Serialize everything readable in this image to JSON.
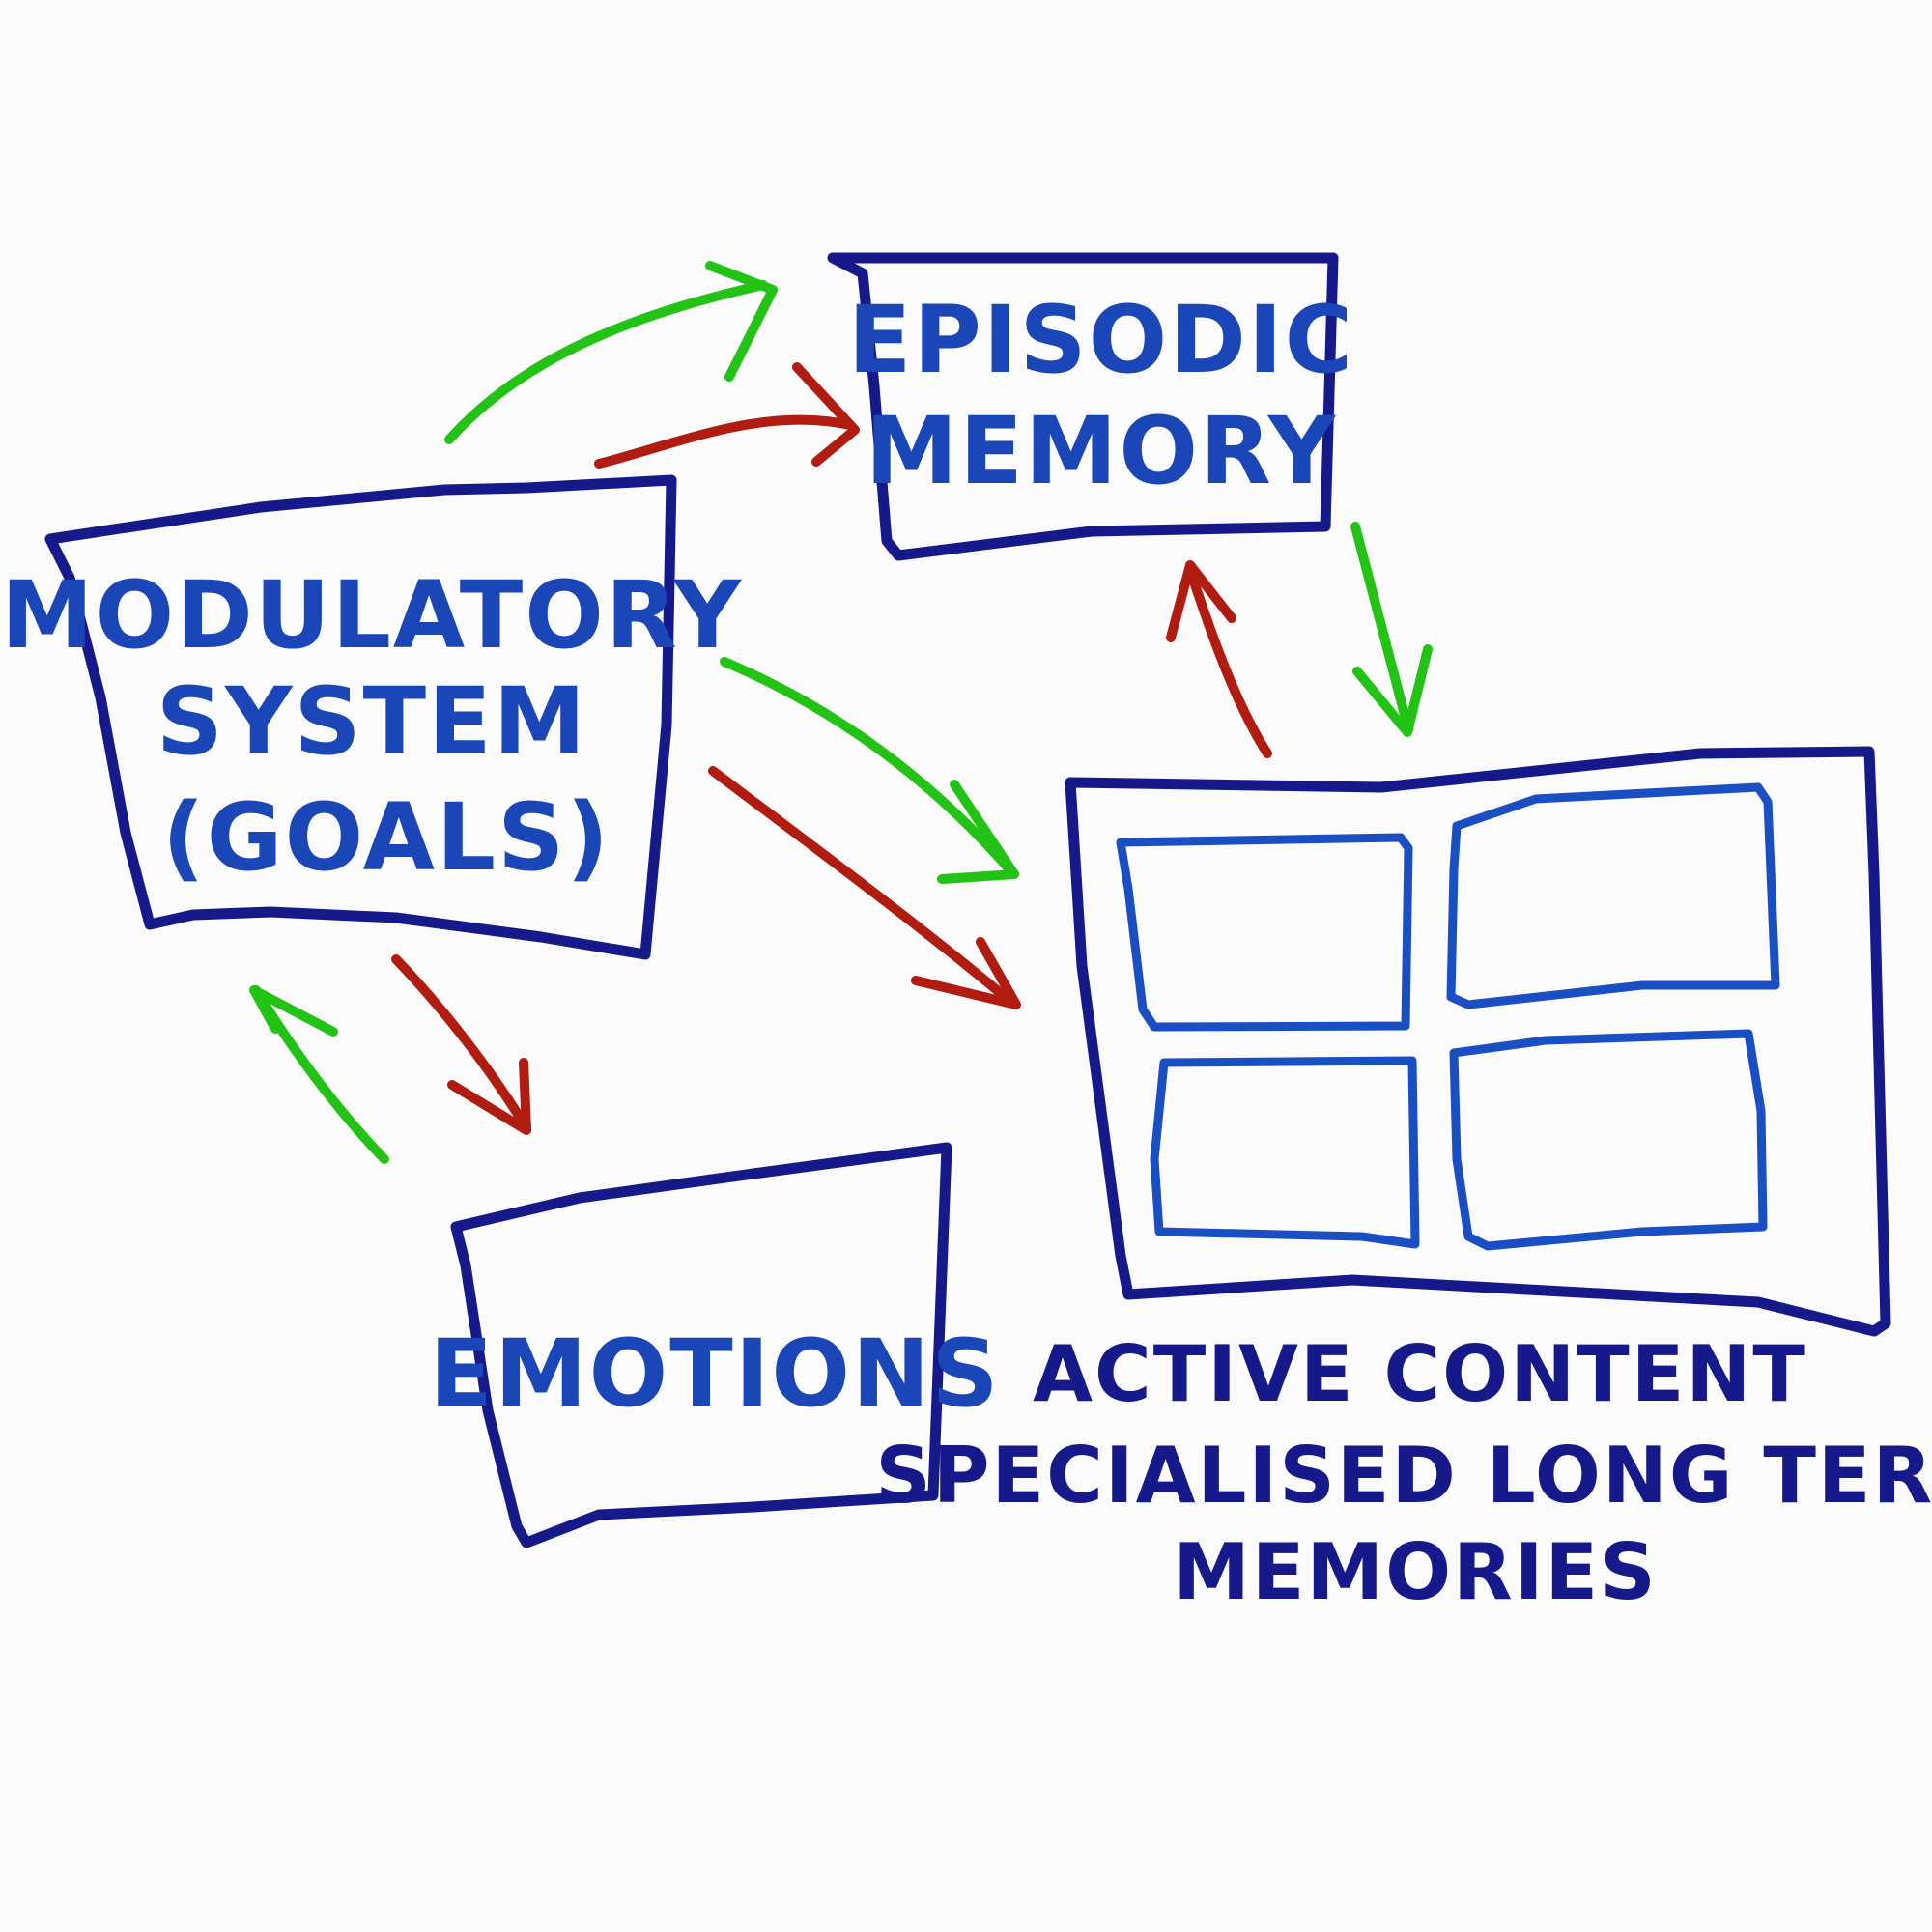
{
  "colors": {
    "box_outline": "#16198a",
    "inner_outline": "#1a4fc4",
    "label_text": "#1a46b8",
    "caption_text": "#16198a",
    "positive_arrow": "#22c314",
    "negative_arrow": "#b01c10",
    "background": "#fbfbfb"
  },
  "nodes": {
    "episodic": {
      "line1": "EPISODIC",
      "line2": "MEMORY"
    },
    "modulatory": {
      "line1": "MODULATORY",
      "line2": "SYSTEM",
      "line3": "(GOALS)"
    },
    "emotions": {
      "line1": "EMOTIONS"
    },
    "active": {
      "caption_line1": "ACTIVE CONTENT",
      "caption_line2": "SPECIALISED LONG TERM",
      "caption_line3": "MEMORIES"
    }
  },
  "edges": [
    {
      "from": "MODULATORY SYSTEM (GOALS)",
      "to": "EPISODIC MEMORY",
      "color": "green"
    },
    {
      "from": "MODULATORY SYSTEM (GOALS)",
      "to": "EPISODIC MEMORY",
      "color": "red"
    },
    {
      "from": "MODULATORY SYSTEM (GOALS)",
      "to": "ACTIVE CONTENT",
      "color": "green"
    },
    {
      "from": "MODULATORY SYSTEM (GOALS)",
      "to": "ACTIVE CONTENT",
      "color": "red"
    },
    {
      "from": "EPISODIC MEMORY",
      "to": "ACTIVE CONTENT",
      "color": "green"
    },
    {
      "from": "ACTIVE CONTENT",
      "to": "EPISODIC MEMORY",
      "color": "red"
    },
    {
      "from": "MODULATORY SYSTEM (GOALS)",
      "to": "EMOTIONS",
      "color": "red"
    },
    {
      "from": "EMOTIONS",
      "to": "MODULATORY SYSTEM (GOALS)",
      "color": "green"
    }
  ]
}
